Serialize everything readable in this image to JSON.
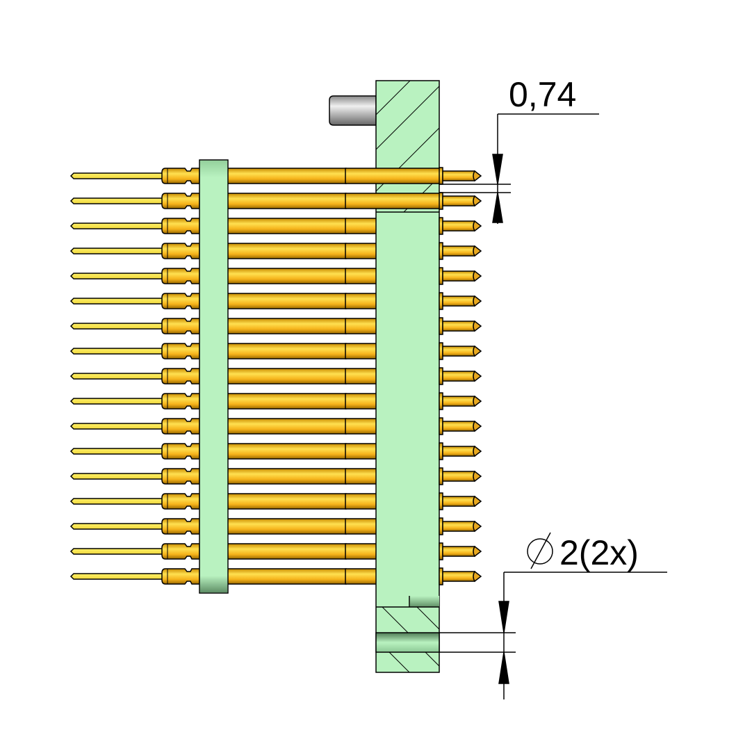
{
  "drawing": {
    "pin_count": 17,
    "dimensions": [
      {
        "label": "0,74",
        "meaning": "pin-offset"
      },
      {
        "label": "2(2x)",
        "symbol": "diameter"
      }
    ]
  },
  "colors": {
    "plastic": "#b9f2c0",
    "gold": "#f5b21a",
    "tail": "#fff066",
    "steel": "#c8c8c8",
    "line": "#000000"
  }
}
